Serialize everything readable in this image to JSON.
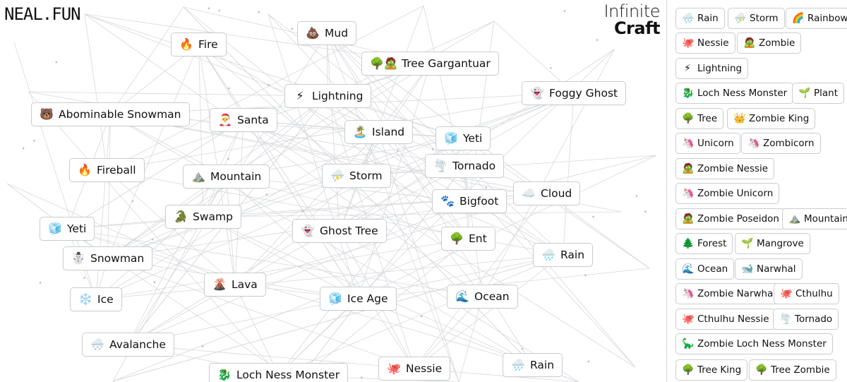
{
  "header": {
    "logo": "NEAL.FUN",
    "brand_line1": "Infinite",
    "brand_line2": "Craft"
  },
  "board": {
    "nodes": [
      {
        "id": "fire",
        "label": "Fire",
        "icon": "🔥"
      },
      {
        "id": "mud",
        "label": "Mud",
        "icon": "💩"
      },
      {
        "id": "tree_gargantuar",
        "label": "Tree Gargantuar",
        "icon": "🌳🧟"
      },
      {
        "id": "lightning",
        "label": "Lightning",
        "icon": "⚡"
      },
      {
        "id": "foggy_ghost",
        "label": "Foggy Ghost",
        "icon": "👻"
      },
      {
        "id": "abominable_snowman",
        "label": "Abominable Snowman",
        "icon": "🐻"
      },
      {
        "id": "santa",
        "label": "Santa",
        "icon": "🎅"
      },
      {
        "id": "island",
        "label": "Island",
        "icon": "🏝️"
      },
      {
        "id": "yeti1",
        "label": "Yeti",
        "icon": "🧊"
      },
      {
        "id": "fireball",
        "label": "Fireball",
        "icon": "🔥"
      },
      {
        "id": "mountain",
        "label": "Mountain",
        "icon": "⛰️"
      },
      {
        "id": "storm",
        "label": "Storm",
        "icon": "⛈️"
      },
      {
        "id": "tornado",
        "label": "Tornado",
        "icon": "🌪️"
      },
      {
        "id": "cloud",
        "label": "Cloud",
        "icon": "☁️"
      },
      {
        "id": "bigfoot",
        "label": "Bigfoot",
        "icon": "🐾"
      },
      {
        "id": "swamp",
        "label": "Swamp",
        "icon": "🐊"
      },
      {
        "id": "yeti2",
        "label": "Yeti",
        "icon": "🧊"
      },
      {
        "id": "ghost_tree",
        "label": "Ghost Tree",
        "icon": "👻"
      },
      {
        "id": "ent",
        "label": "Ent",
        "icon": "🌳"
      },
      {
        "id": "rain1",
        "label": "Rain",
        "icon": "🌧️"
      },
      {
        "id": "snowman",
        "label": "Snowman",
        "icon": "☃️"
      },
      {
        "id": "lava",
        "label": "Lava",
        "icon": "🌋"
      },
      {
        "id": "ice",
        "label": "Ice",
        "icon": "❄️"
      },
      {
        "id": "ice_age",
        "label": "Ice Age",
        "icon": "🧊"
      },
      {
        "id": "ocean",
        "label": "Ocean",
        "icon": "🌊"
      },
      {
        "id": "avalanche",
        "label": "Avalanche",
        "icon": "🌨️"
      },
      {
        "id": "nessie",
        "label": "Nessie",
        "icon": "🐙"
      },
      {
        "id": "rain2",
        "label": "Rain",
        "icon": "🌧️"
      },
      {
        "id": "loch_ness_monster",
        "label": "Loch Ness Monster",
        "icon": "🐉"
      }
    ]
  },
  "sidebar": {
    "items": [
      {
        "label": "Rain",
        "icon": "🌧️"
      },
      {
        "label": "Storm",
        "icon": "⛈️"
      },
      {
        "label": "Rainbow",
        "icon": "🌈"
      },
      {
        "label": "Nessie",
        "icon": "🐙"
      },
      {
        "label": "Zombie",
        "icon": "🧟"
      },
      {
        "label": "Lightning",
        "icon": "⚡"
      },
      {
        "label": "Loch Ness Monster",
        "icon": "🐉"
      },
      {
        "label": "Plant",
        "icon": "🌱"
      },
      {
        "label": "Tree",
        "icon": "🌳"
      },
      {
        "label": "Zombie King",
        "icon": "👑"
      },
      {
        "label": "Unicorn",
        "icon": "🦄"
      },
      {
        "label": "Zombicorn",
        "icon": "🦄"
      },
      {
        "label": "Zombie Nessie",
        "icon": "🧟"
      },
      {
        "label": "Zombie Unicorn",
        "icon": "🦄"
      },
      {
        "label": "Zombie Poseidon",
        "icon": "🧟"
      },
      {
        "label": "Mountain",
        "icon": "⛰️"
      },
      {
        "label": "Forest",
        "icon": "🌲"
      },
      {
        "label": "Mangrove",
        "icon": "🌱"
      },
      {
        "label": "Ocean",
        "icon": "🌊"
      },
      {
        "label": "Narwhal",
        "icon": "🐋"
      },
      {
        "label": "Zombie Narwhal",
        "icon": "🦄"
      },
      {
        "label": "Cthulhu",
        "icon": "🐙"
      },
      {
        "label": "Cthulhu Nessie",
        "icon": "🐙"
      },
      {
        "label": "Tornado",
        "icon": "🌪️"
      },
      {
        "label": "Zombie Loch Ness Monster",
        "icon": "🦕"
      },
      {
        "label": "Tree King",
        "icon": "🌳"
      },
      {
        "label": "Tree Zombie",
        "icon": "🌳"
      }
    ]
  }
}
